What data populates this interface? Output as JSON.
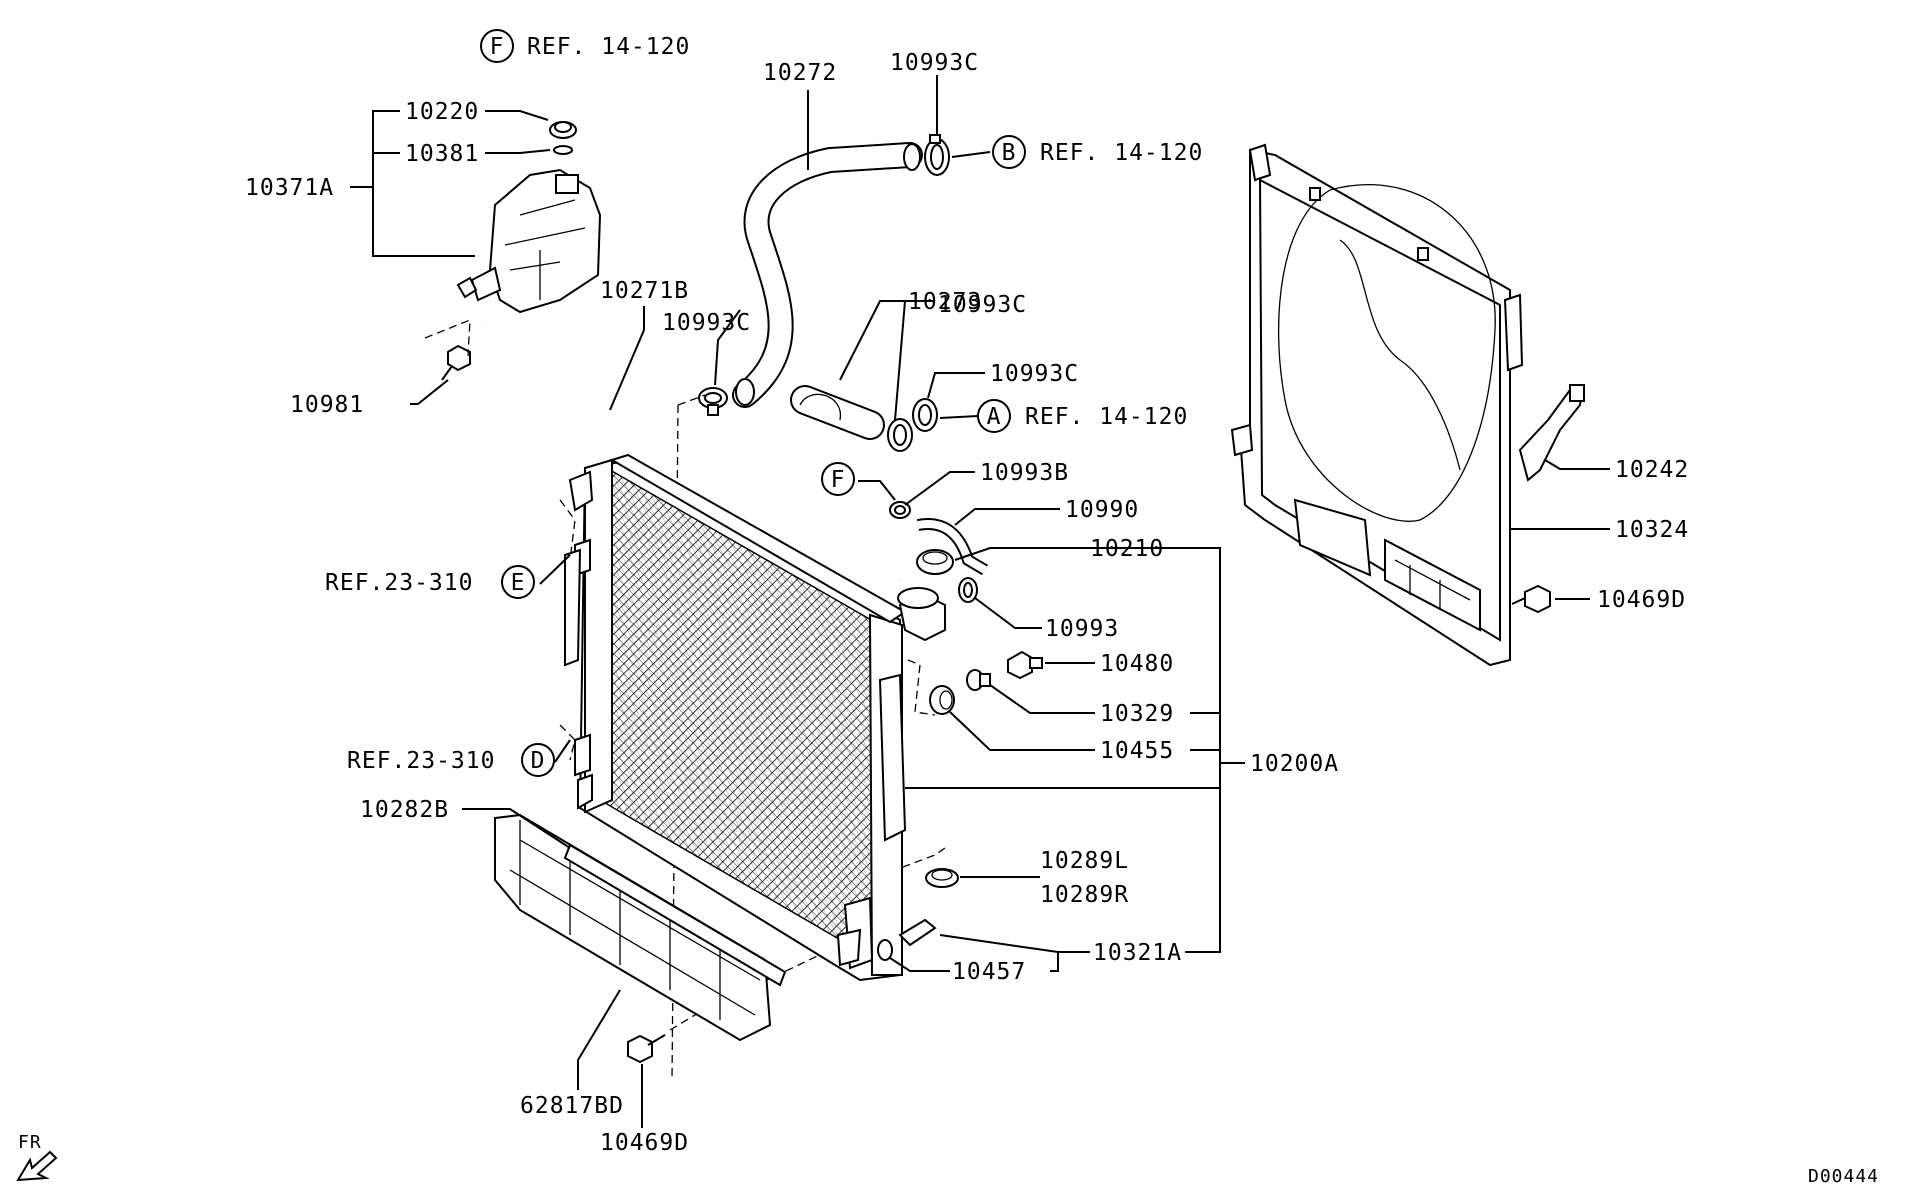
{
  "diagram_id": "D00444",
  "orientation_label": "FR",
  "refs": {
    "F_top": {
      "letter": "F",
      "text": "REF. 14-120"
    },
    "B": {
      "letter": "B",
      "text": "REF. 14-120"
    },
    "A": {
      "letter": "A",
      "text": "REF. 14-120"
    },
    "E": {
      "letter": "E",
      "text": "REF.23-310"
    },
    "D": {
      "letter": "D",
      "text": "REF.23-310"
    },
    "F_mid": {
      "letter": "F"
    }
  },
  "parts": {
    "p10220": "10220",
    "p10381": "10381",
    "p10371A": "10371A",
    "p10981": "10981",
    "p10271B": "10271B",
    "p10272": "10272",
    "p10993C_top": "10993C",
    "p10993C_left": "10993C",
    "p10273": "10273",
    "p10993C_mid1": "10993C",
    "p10993C_mid2": "10993C",
    "p10993B": "10993B",
    "p10990": "10990",
    "p10210": "10210",
    "p10993": "10993",
    "p10480": "10480",
    "p10329": "10329",
    "p10455": "10455",
    "p10200A": "10200A",
    "p10282B": "10282B",
    "p10289L": "10289L",
    "p10289R": "10289R",
    "p10321A": "10321A",
    "p10457": "10457",
    "p62817BD": "62817BD",
    "p10469D_bottom": "10469D",
    "p10242": "10242",
    "p10324": "10324",
    "p10469D_right": "10469D"
  }
}
